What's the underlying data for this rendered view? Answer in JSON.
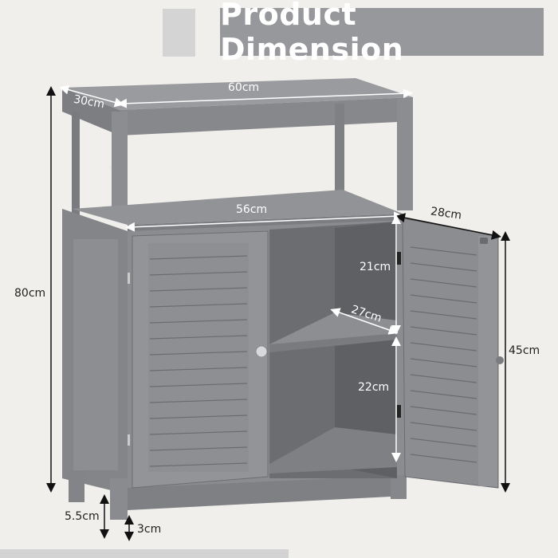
{
  "title": "Product Dimension",
  "colors": {
    "background": "#f1efec",
    "title_bar": "#97989c",
    "title_swatch": "#d4d4d5",
    "cabinet": "#8e8f93",
    "cabinet_dark": "#6f7074",
    "cabinet_light": "#a4a5a9"
  },
  "dimensions": {
    "overall_height": "80cm",
    "top_width": "60cm",
    "top_depth": "30cm",
    "shelf_width": "56cm",
    "door_width": "28cm",
    "door_height": "45cm",
    "compartment_upper_height": "21cm",
    "compartment_depth": "27cm",
    "compartment_lower_height": "22cm",
    "leg_height": "5.5cm",
    "ground_clearance": "3cm"
  }
}
